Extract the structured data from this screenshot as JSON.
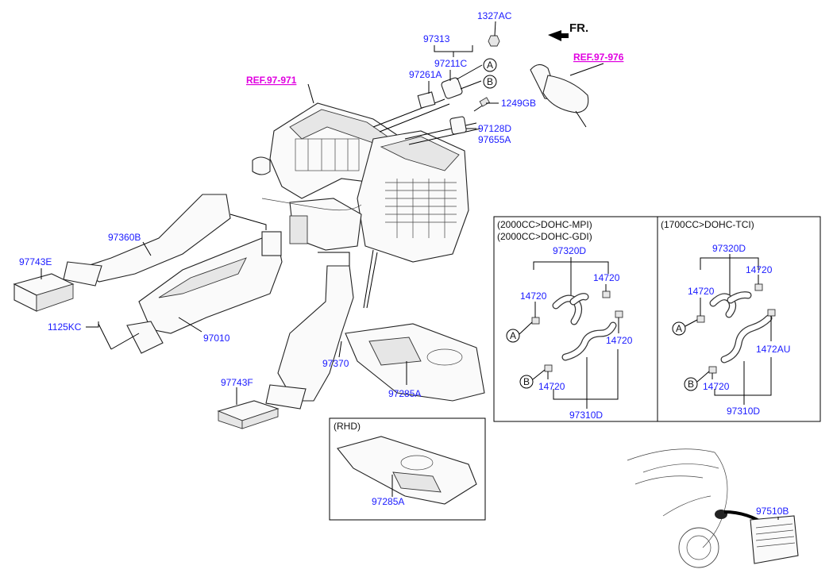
{
  "diagram": {
    "direction_label": "FR.",
    "references": [
      "REF.97-971",
      "REF.97-976"
    ],
    "part_numbers": {
      "nut": "1327AC",
      "hose_assembly": "97313",
      "plate_c": "97211C",
      "plate_a": "97261A",
      "bolt": "1249GB",
      "seal_d": "97128D",
      "seal_a": "97655A",
      "rear_duct_b": "97360B",
      "vent_e": "97743E",
      "screw": "1125KC",
      "floor_duct": "97010",
      "rear_duct": "97370",
      "vent_f": "97743F",
      "cover": "97285A",
      "extractor": "97510B"
    },
    "rhd_box": {
      "title": "(RHD)",
      "part": "97285A"
    },
    "hose_box_left": {
      "title_line1": "(2000CC>DOHC-MPI)",
      "title_line2": "(2000CC>DOHC-GDI)",
      "upper_hose": "97320D",
      "clamp_upper_left": "14720",
      "clamp_upper_right": "14720",
      "clamp_lower_right": "14720",
      "clamp_lower_left": "14720",
      "lower_hose": "97310D",
      "marker_a": "A",
      "marker_b": "B"
    },
    "hose_box_right": {
      "title": "(1700CC>DOHC-TCI)",
      "upper_hose": "97320D",
      "clamp_upper_left": "14720",
      "clamp_upper_right": "14720",
      "clamp_lower_right": "1472AU",
      "clamp_lower_left": "14720",
      "lower_hose": "97310D",
      "marker_a": "A",
      "marker_b": "B"
    },
    "top_markers": [
      "A",
      "B"
    ]
  }
}
